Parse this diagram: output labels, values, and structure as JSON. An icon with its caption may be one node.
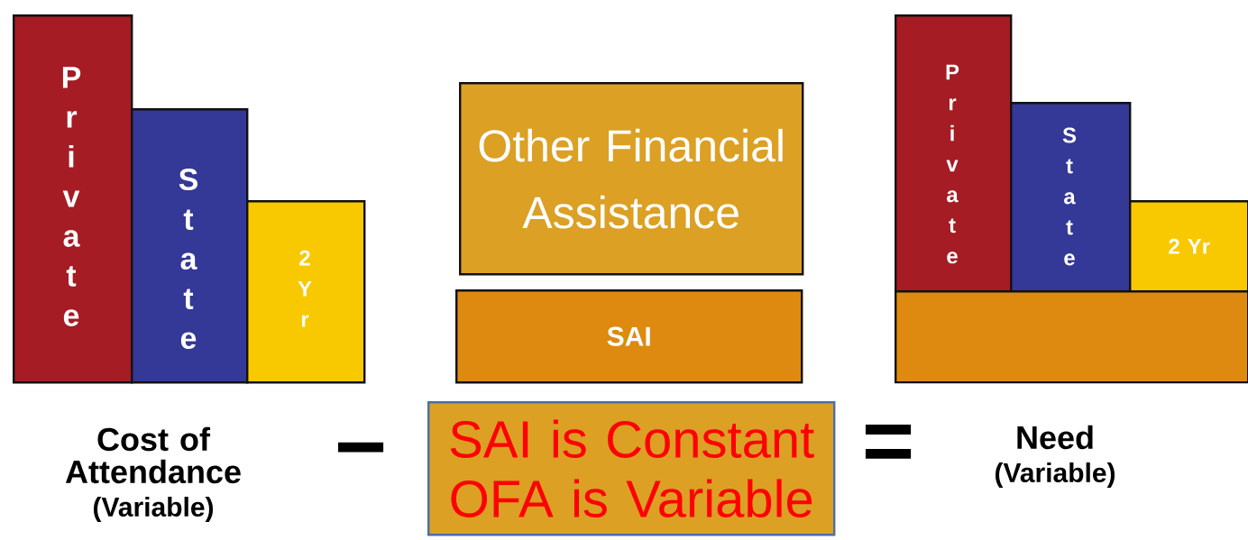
{
  "diagram": {
    "nodes": [
      {
        "text": [
          "Private"
        ]
      },
      {
        "text": [
          "State"
        ]
      },
      {
        "text": [
          "2 Yr"
        ]
      },
      {
        "text": [
          "Other Financial Assistance"
        ]
      },
      {
        "text": [
          "SAI"
        ]
      },
      {
        "text": [
          "Private"
        ]
      },
      {
        "text": [
          "State"
        ]
      },
      {
        "text": [
          "2 Yr"
        ]
      },
      {
        "text": [],
        "shape": "box"
      },
      {
        "text": [
          "SAI is Constant OFA is Variable"
        ]
      }
    ],
    "labels": [
      "Cost of Attendance",
      "(Variable)",
      "−",
      "=",
      "Need",
      "(Variable)"
    ]
  }
}
